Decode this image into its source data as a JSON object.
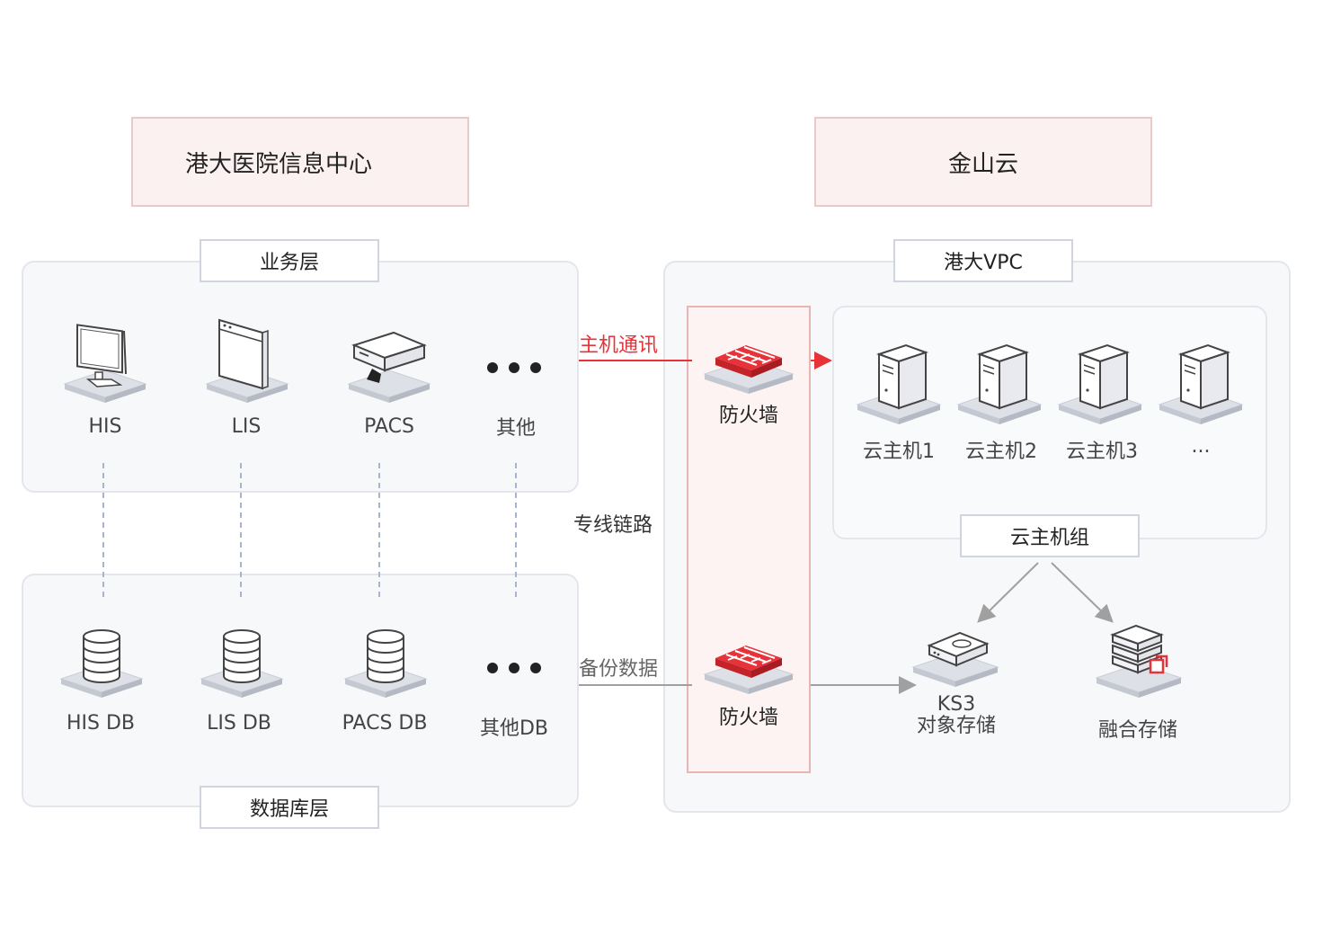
{
  "headers": {
    "left_title": "港大医院信息中心",
    "right_title": "金山云"
  },
  "left": {
    "business_layer": "业务层",
    "database_layer": "数据库层",
    "apps": [
      {
        "label": "HIS",
        "icon": "monitor-icon"
      },
      {
        "label": "LIS",
        "icon": "document-window-icon"
      },
      {
        "label": "PACS",
        "icon": "server-box-icon"
      },
      {
        "label": "其他",
        "icon": "more-icon"
      }
    ],
    "dbs": [
      {
        "label": "HIS DB",
        "icon": "database-icon"
      },
      {
        "label": "LIS DB",
        "icon": "database-icon"
      },
      {
        "label": "PACS DB",
        "icon": "database-icon"
      },
      {
        "label": "其他DB",
        "icon": "more-icon"
      }
    ]
  },
  "links": {
    "host_comm": "主机通讯",
    "dedicated_line": "专线链路",
    "backup": "备份数据"
  },
  "right": {
    "vpc": "港大VPC",
    "firewall_top": "防火墙",
    "firewall_bottom": "防火墙",
    "hosts": [
      "云主机1",
      "云主机2",
      "云主机3",
      "..."
    ],
    "host_group": "云主机组",
    "ks3_line1": "KS3",
    "ks3_line2": "对象存储",
    "fusion_storage": "融合存储"
  },
  "colors": {
    "accent_red": "#e8323a",
    "header_bg": "#fcf1f1",
    "panel_bg": "#f7f8fa",
    "connector_gray": "#9a9a9a",
    "dashed_blue": "#a9b3cf"
  }
}
